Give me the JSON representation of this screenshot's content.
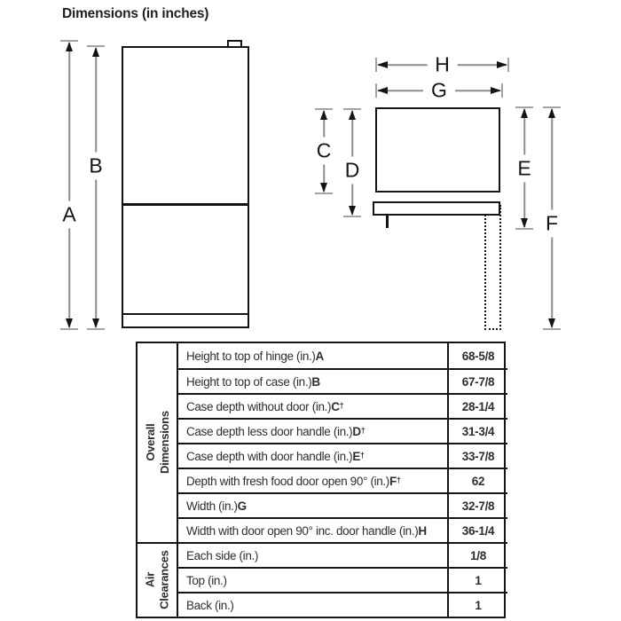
{
  "title": "Dimensions (in inches)",
  "colors": {
    "line": "#141414",
    "shaft": "#8c8c8c",
    "tick": "#a3a3a3",
    "text": "#2e2e2e"
  },
  "dims": {
    "a": "A",
    "b": "B",
    "c": "C",
    "d": "D",
    "e": "E",
    "f": "F",
    "g": "G",
    "h": "H"
  },
  "table": {
    "sections": [
      {
        "header_line1": "Overall",
        "header_line2": "Dimensions",
        "rows": [
          {
            "label": "Height to top of hinge (in.) ",
            "letter": "A",
            "dagger": "",
            "value": "68-5/8"
          },
          {
            "label": "Height to top of case (in.) ",
            "letter": "B",
            "dagger": "",
            "value": "67-7/8"
          },
          {
            "label": "Case depth without door (in.) ",
            "letter": "C",
            "dagger": "†",
            "value": "28-1/4"
          },
          {
            "label": "Case depth less door handle (in.) ",
            "letter": "D",
            "dagger": "†",
            "value": "31-3/4"
          },
          {
            "label": "Case depth with door handle (in.) ",
            "letter": "E",
            "dagger": "†",
            "value": "33-7/8"
          },
          {
            "label": "Depth with fresh food door open 90° (in.) ",
            "letter": "F",
            "dagger": "†",
            "value": "62"
          },
          {
            "label": "Width (in.) ",
            "letter": "G",
            "dagger": "",
            "value": "32-7/8"
          },
          {
            "label": "Width with door open 90° inc. door handle (in.) ",
            "letter": "H",
            "dagger": "",
            "value": "36-1/4"
          }
        ]
      },
      {
        "header_line1": "Air",
        "header_line2": "Clearances",
        "rows": [
          {
            "label": "Each side (in.)",
            "letter": "",
            "dagger": "",
            "value": "1/8"
          },
          {
            "label": "Top (in.)",
            "letter": "",
            "dagger": "",
            "value": "1"
          },
          {
            "label": "Back (in.)",
            "letter": "",
            "dagger": "",
            "value": "1"
          }
        ]
      }
    ]
  }
}
